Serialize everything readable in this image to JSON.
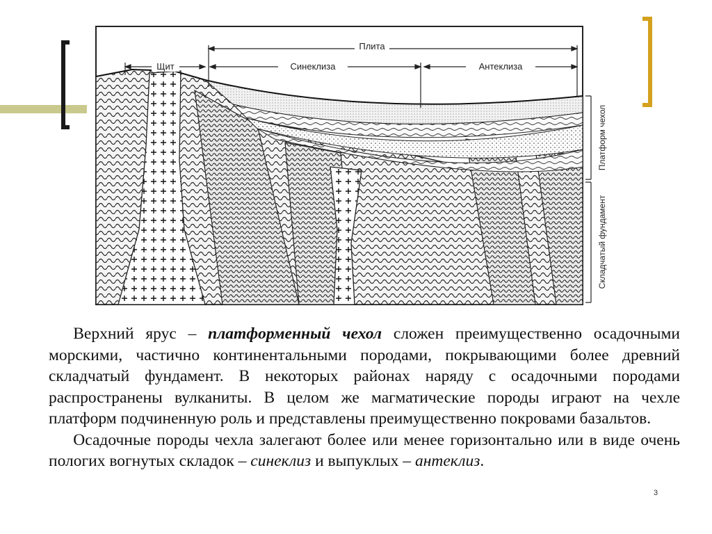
{
  "diagram": {
    "label_plita": "Плита",
    "label_shchit": "Щит",
    "label_sinekliza": "Синеклиза",
    "label_antekliza": "Антеклиза",
    "label_cover": "Платформ чехол",
    "label_foundation": "Складчатый фундамент"
  },
  "text": {
    "p1_start": "Верхний ярус – ",
    "p1_bold": "платформенный чехол",
    "p1_rest": " сложен преимущественно осадочными морскими, частично континентальными породами, покрывающими более древний складчатый фундамент. В некоторых районах наряду с осадочными породами распространены вулканиты. В целом же магматические породы играют на чехле платформ подчиненную роль и представлены преимущественно покровами базальтов.",
    "p2_start": "Осадочные породы чехла залегают более или менее горизонтально или в виде очень пологих вогнутых складок – ",
    "p2_em1": "синеклиз",
    "p2_mid": " и выпуклых – ",
    "p2_em2": "антеклиз",
    "p2_end": "."
  },
  "page_number": "3"
}
